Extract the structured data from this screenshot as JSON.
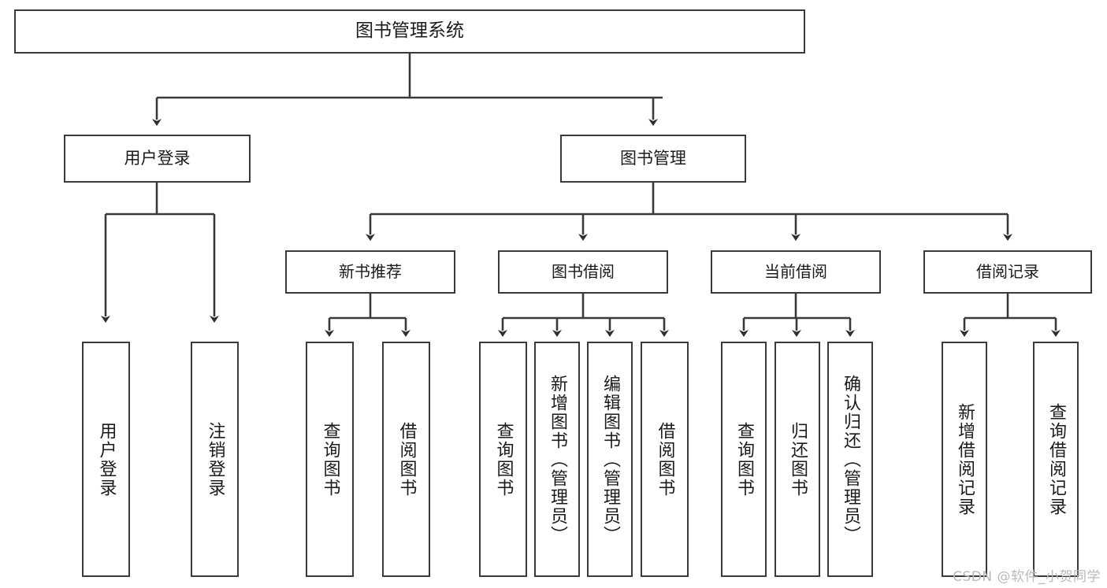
{
  "diagram": {
    "title": "图书管理系统",
    "type": "tree-hierarchy-diagram",
    "colors": {
      "box_border": "#3a3a3a",
      "box_fill": "#ffffff",
      "text": "#1b1b1b",
      "edge": "#3a3a3a",
      "watermark": "#b9b9b9",
      "background": "#ffffff"
    },
    "nodes": {
      "root": {
        "label": "图书管理系统"
      },
      "level2": [
        {
          "id": "user-login",
          "label": "用户登录"
        },
        {
          "id": "book-manage",
          "label": "图书管理"
        }
      ],
      "level3": [
        {
          "id": "new-book-recommend",
          "label": "新书推荐"
        },
        {
          "id": "book-borrow",
          "label": "图书借阅"
        },
        {
          "id": "current-borrow",
          "label": "当前借阅"
        },
        {
          "id": "borrow-record",
          "label": "借阅记录"
        }
      ],
      "leaves": {
        "user-login": [
          {
            "id": "leaf-user-login",
            "label": "用户登录"
          },
          {
            "id": "leaf-user-logout",
            "label": "注销登录"
          }
        ],
        "new-book-recommend": [
          {
            "id": "leaf-query-book-1",
            "label": "查询图书"
          },
          {
            "id": "leaf-borrow-book-1",
            "label": "借阅图书"
          }
        ],
        "book-borrow": [
          {
            "id": "leaf-query-book-2",
            "label": "查询图书"
          },
          {
            "id": "leaf-add-book",
            "label": "新增图书（管理员）"
          },
          {
            "id": "leaf-edit-book",
            "label": "编辑图书（管理员）"
          },
          {
            "id": "leaf-borrow-book-2",
            "label": "借阅图书"
          }
        ],
        "current-borrow": [
          {
            "id": "leaf-query-book-3",
            "label": "查询图书"
          },
          {
            "id": "leaf-return-book",
            "label": "归还图书"
          },
          {
            "id": "leaf-confirm-return",
            "label": "确认归还（管理员）"
          }
        ],
        "borrow-record": [
          {
            "id": "leaf-add-record",
            "label": "新增借阅记录"
          },
          {
            "id": "leaf-query-record",
            "label": "查询借阅记录"
          }
        ]
      }
    },
    "watermark": "CSDN @软件_小贺同学"
  }
}
